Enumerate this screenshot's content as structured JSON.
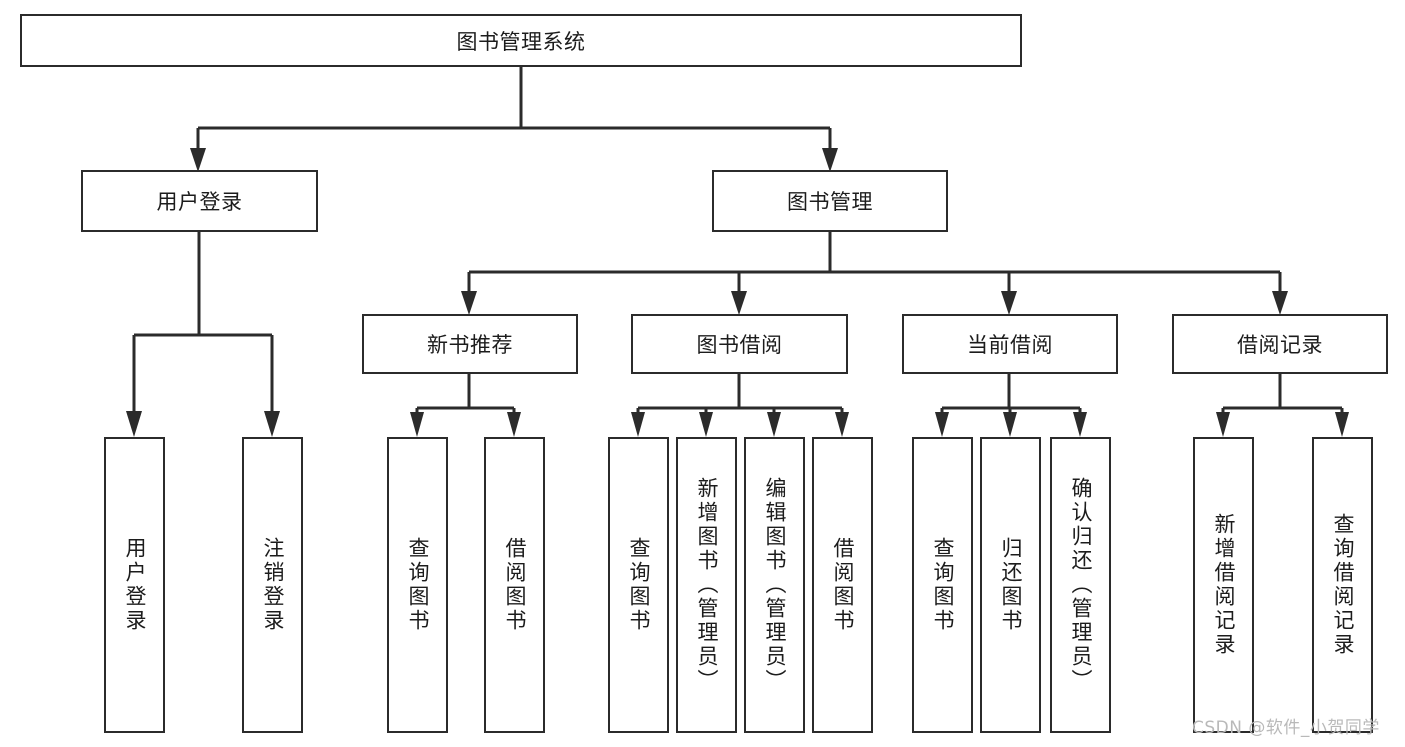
{
  "diagram": {
    "type": "tree",
    "title": "图书管理系统",
    "root": {
      "label": "图书管理系统"
    },
    "level2": [
      {
        "label": "用户登录"
      },
      {
        "label": "图书管理"
      }
    ],
    "level3": [
      {
        "label": "新书推荐"
      },
      {
        "label": "图书借阅"
      },
      {
        "label": "当前借阅"
      },
      {
        "label": "借阅记录"
      }
    ],
    "leaves": {
      "user_login": [
        {
          "label": "用户登录"
        },
        {
          "label": "注销登录"
        }
      ],
      "new_book_recommend": [
        {
          "label": "查询图书"
        },
        {
          "label": "借阅图书"
        }
      ],
      "book_borrow": [
        {
          "label": "查询图书"
        },
        {
          "label": "新增图书（管理员）"
        },
        {
          "label": "编辑图书（管理员）"
        },
        {
          "label": "借阅图书"
        }
      ],
      "current_borrow": [
        {
          "label": "查询图书"
        },
        {
          "label": "归还图书"
        },
        {
          "label": "确认归还（管理员）"
        }
      ],
      "borrow_record": [
        {
          "label": "新增借阅记录"
        },
        {
          "label": "查询借阅记录"
        }
      ]
    }
  },
  "watermark": {
    "text": "CSDN @软件_小贺同学"
  },
  "colors": {
    "stroke": "#2b2b2b",
    "background": "#ffffff",
    "text": "#1c1c1c",
    "watermark": "#b9b9b9"
  }
}
